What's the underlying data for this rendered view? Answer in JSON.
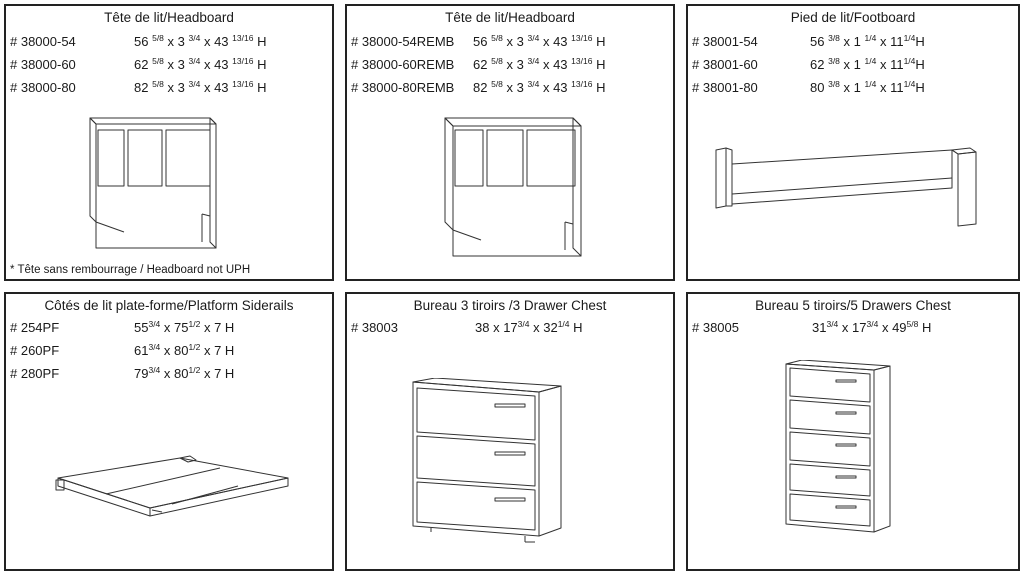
{
  "panels": [
    {
      "title": "Tête de lit/Headboard",
      "rows": [
        {
          "code": "# 38000-54",
          "w": "56",
          "w_frac": "5/8",
          "d": "3",
          "d_frac": "3/4",
          "h": "43",
          "h_frac": "13/16",
          "unit": "H"
        },
        {
          "code": "# 38000-60",
          "w": "62",
          "w_frac": "5/8",
          "d": "3",
          "d_frac": "3/4",
          "h": "43",
          "h_frac": "13/16",
          "unit": "H"
        },
        {
          "code": "# 38000-80",
          "w": "82",
          "w_frac": "5/8",
          "d": "3",
          "d_frac": "3/4",
          "h": "43",
          "h_frac": "13/16",
          "unit": "H"
        }
      ],
      "note": "* Tête sans rembourrage /  Headboard not UPH"
    },
    {
      "title": "Tête de lit/Headboard",
      "rows": [
        {
          "code": "# 38000-54REMB",
          "w": "56",
          "w_frac": "5/8",
          "d": "3",
          "d_frac": "3/4",
          "h": "43",
          "h_frac": "13/16",
          "unit": "H"
        },
        {
          "code": "# 38000-60REMB",
          "w": "62",
          "w_frac": "5/8",
          "d": "3",
          "d_frac": "3/4",
          "h": "43",
          "h_frac": "13/16",
          "unit": "H"
        },
        {
          "code": "# 38000-80REMB",
          "w": "82",
          "w_frac": "5/8",
          "d": "3",
          "d_frac": "3/4",
          "h": "43",
          "h_frac": "13/16",
          "unit": "H"
        }
      ]
    },
    {
      "title": "Pied de lit/Footboard",
      "rows": [
        {
          "code": "# 38001-54",
          "w": "56",
          "w_frac": "3/8",
          "d": "1",
          "d_frac": "1/4",
          "h": "11",
          "h_frac": "1/4",
          "unit": "H"
        },
        {
          "code": "# 38001-60",
          "w": "62",
          "w_frac": "3/8",
          "d": "1",
          "d_frac": "1/4",
          "h": "11",
          "h_frac": "1/4",
          "unit": "H"
        },
        {
          "code": "# 38001-80",
          "w": "80",
          "w_frac": "3/8",
          "d": "1",
          "d_frac": "1/4",
          "h": "11",
          "h_frac": "1/4",
          "unit": "H"
        }
      ]
    },
    {
      "title": "Côtés de lit plate-forme/Platform Siderails",
      "rows": [
        {
          "code": "# 254PF",
          "w": "55",
          "w_frac": "3/4",
          "d": "75",
          "d_frac": "1/2",
          "h": "7",
          "h_frac": "",
          "unit": "H"
        },
        {
          "code": "# 260PF",
          "w": "61",
          "w_frac": "3/4",
          "d": "80",
          "d_frac": "1/2",
          "h": "7",
          "h_frac": "",
          "unit": "H"
        },
        {
          "code": "# 280PF",
          "w": "79",
          "w_frac": "3/4",
          "d": "80",
          "d_frac": "1/2",
          "h": "7",
          "h_frac": "",
          "unit": "H"
        }
      ]
    },
    {
      "title": "Bureau 3 tiroirs /3 Drawer Chest",
      "rows": [
        {
          "code": "# 38003",
          "w": "38",
          "w_frac": "",
          "d": "17",
          "d_frac": "3/4",
          "h": "32",
          "h_frac": "1/4",
          "unit": "H"
        }
      ]
    },
    {
      "title": "Bureau 5 tiroirs/5 Drawers Chest",
      "rows": [
        {
          "code": "# 38005",
          "w": "31",
          "w_frac": "3/4",
          "d": "17",
          "d_frac": "3/4",
          "h": "49",
          "h_frac": "5/8",
          "unit": "H"
        }
      ]
    }
  ]
}
